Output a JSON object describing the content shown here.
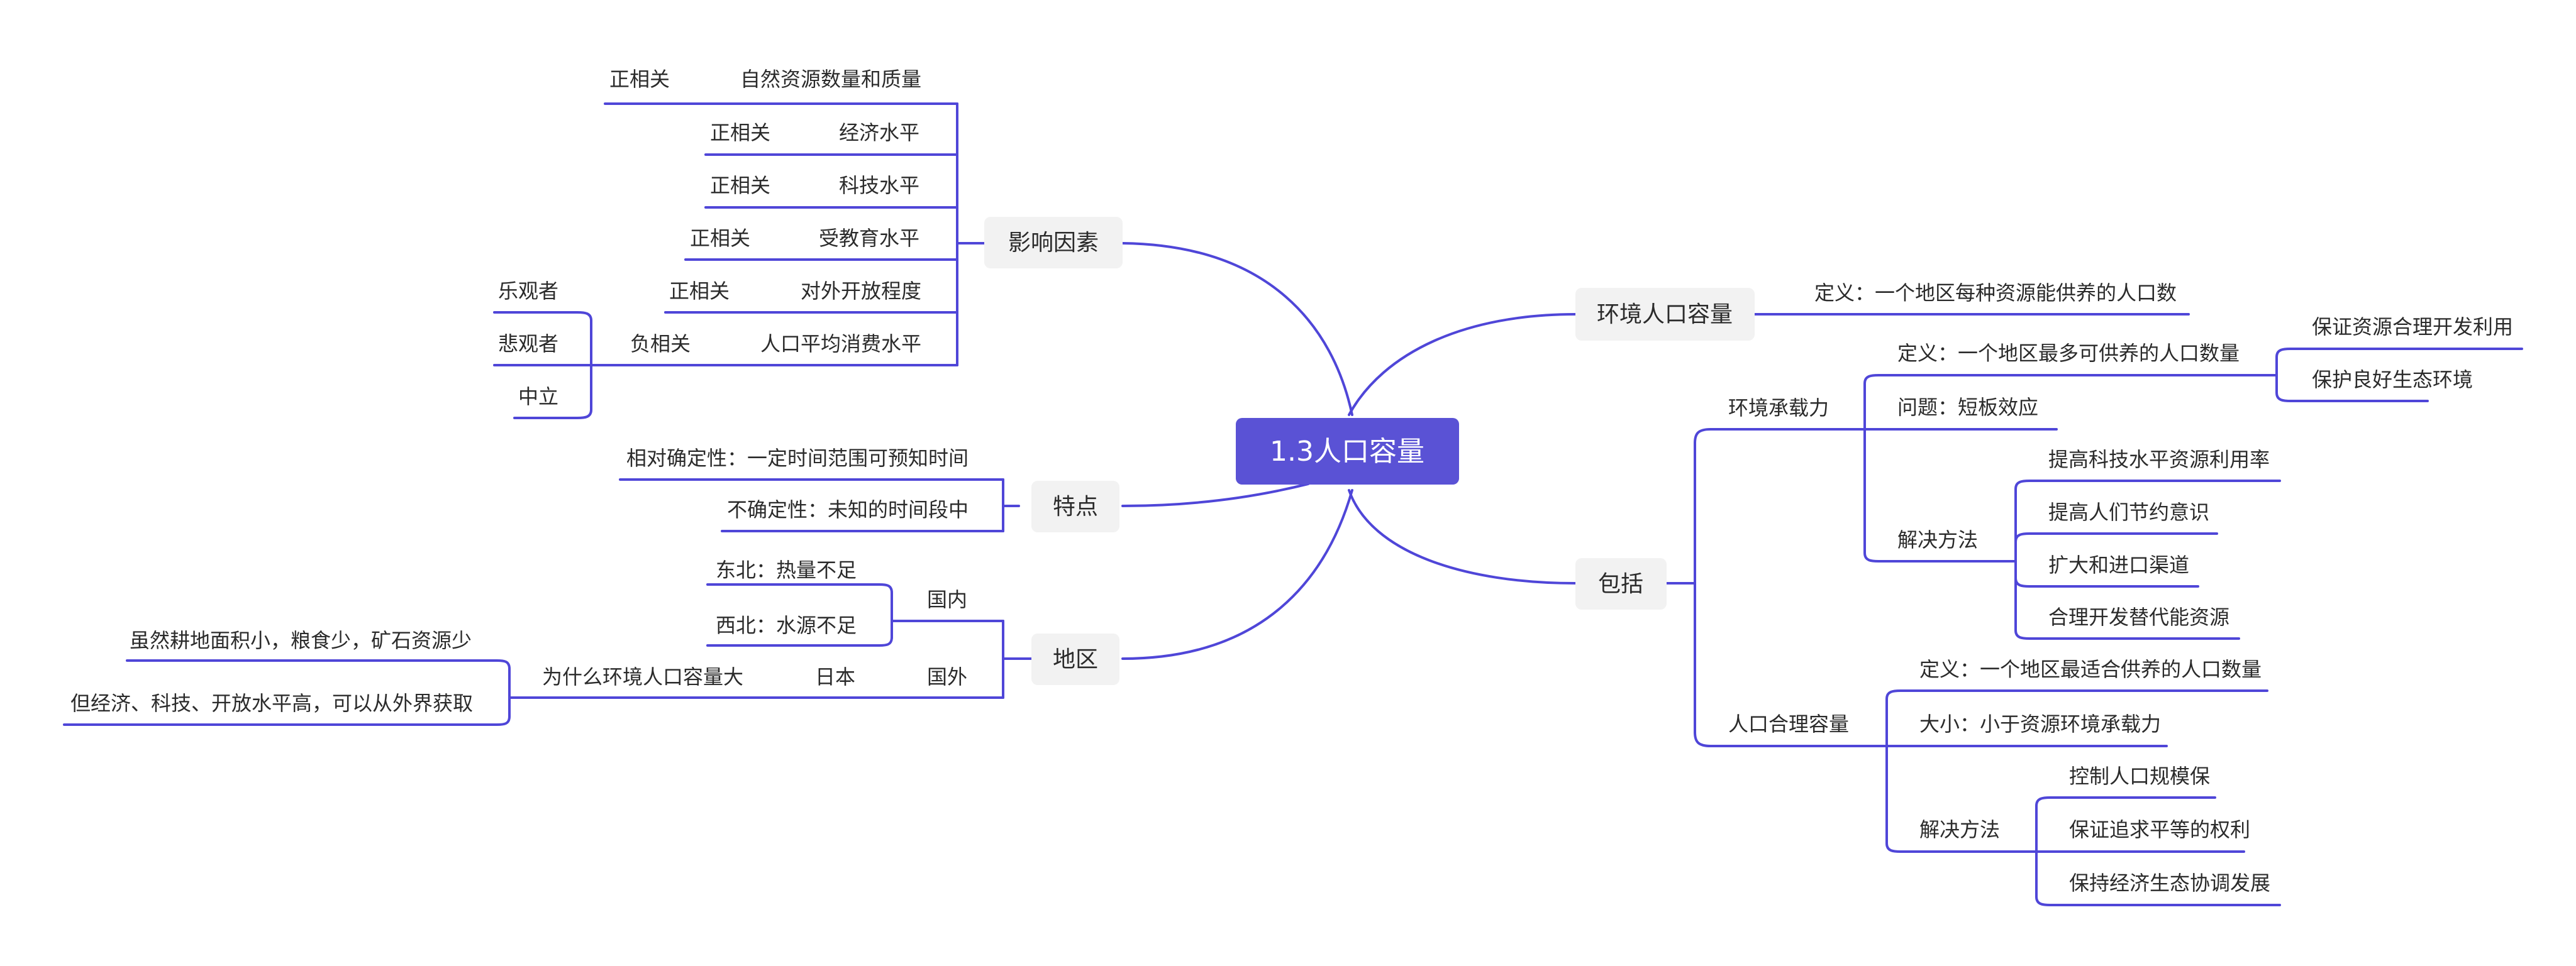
{
  "center": "1.3人口容量",
  "colors": {
    "line": "#4f46d8",
    "center_fill": "#5a52d5",
    "topic_fill": "#f2f2f2",
    "text": "#2b2b2b"
  },
  "influence": {
    "title": "影响因素",
    "items": [
      {
        "factor": "自然资源数量和质量",
        "relation": "正相关"
      },
      {
        "factor": "经济水平",
        "relation": "正相关"
      },
      {
        "factor": "科技水平",
        "relation": "正相关"
      },
      {
        "factor": "受教育水平",
        "relation": "正相关"
      },
      {
        "factor": "对外开放程度",
        "relation": "正相关"
      },
      {
        "factor": "人口平均消费水平",
        "relation": "负相关"
      }
    ],
    "attitudes": [
      "乐观者",
      "悲观者",
      "中立"
    ]
  },
  "features": {
    "title": "特点",
    "items": [
      "相对确定性：一定时间范围可预知时间",
      "不确定性：未知的时间段中"
    ]
  },
  "region": {
    "title": "地区",
    "domestic": {
      "label": "国内",
      "items": [
        "东北：热量不足",
        "西北：水源不足"
      ]
    },
    "foreign": {
      "label": "国外",
      "country": "日本",
      "question": "为什么环境人口容量大",
      "reasons": [
        "虽然耕地面积小，粮食少，矿石资源少",
        "但经济、科技、开放水平高，可以从外界获取"
      ]
    }
  },
  "env_capacity": {
    "title": "环境人口容量",
    "definition": "定义：一个地区每种资源能供养的人口数"
  },
  "include": {
    "title": "包括",
    "carrying": {
      "title": "环境承载力",
      "definition": "定义：一个地区最多可供养的人口数量",
      "definition_children": [
        "保证资源合理开发利用",
        "保护良好生态环境"
      ],
      "problem": "问题：短板效应",
      "solution_label": "解决方法",
      "solutions": [
        "提高科技水平资源利用率",
        "提高人们节约意识",
        "扩大和进口渠道",
        "合理开发替代能资源"
      ]
    },
    "reasonable": {
      "title": "人口合理容量",
      "definition": "定义：一个地区最适合供养的人口数量",
      "size": "大小：小于资源环境承载力",
      "solution_label": "解决方法",
      "solutions": [
        "控制人口规模保",
        "保证追求平等的权利",
        "保持经济生态协调发展"
      ]
    }
  }
}
